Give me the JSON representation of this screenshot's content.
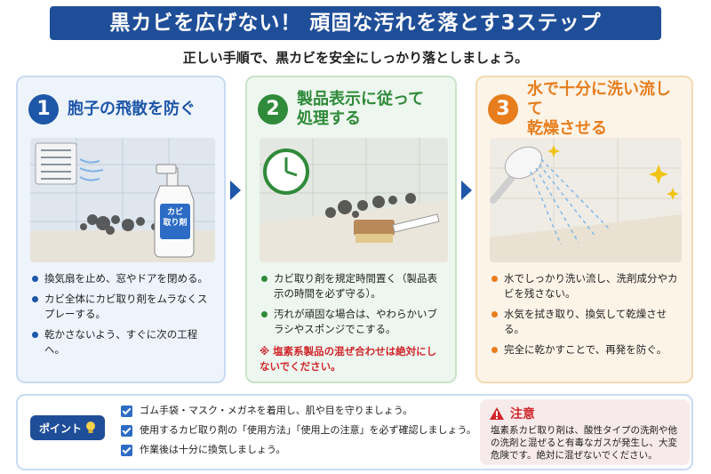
{
  "title": "黒カビを広げない！ 頑固な汚れを落とす3ステップ",
  "subtitle": "正しい手順で、黒カビを安全にしっかり落としましょう。",
  "colors": {
    "step1": "#1e56a8",
    "step2": "#2f8a3a",
    "step3": "#e77d1d",
    "warning": "#d1262c",
    "header": "#1f4e99"
  },
  "steps": [
    {
      "number": "1",
      "title": "胞子の飛散を防ぐ",
      "icon": "spray-bottle-fan-icon",
      "spray_label_line1": "カビ",
      "spray_label_line2": "取り剤",
      "bullets": [
        "換気扇を止め、窓やドアを閉める。",
        "カビ全体にカビ取り剤をムラなくスプレーする。",
        "乾かさないよう、すぐに次の工程へ。"
      ]
    },
    {
      "number": "2",
      "title_line1": "製品表示に従って",
      "title_line2": "処理する",
      "icon": "clock-brush-icon",
      "bullets": [
        "カビ取り剤を規定時間置く（製品表示の時間を必ず守る）。",
        "汚れが頑固な場合は、やわらかいブラシやスポンジでこする。"
      ],
      "warning": "※ 塩素系製品の混ぜ合わせは絶対にしないでください。"
    },
    {
      "number": "3",
      "title_line1": "水で十分に洗い流して",
      "title_line2": "乾燥させる",
      "icon": "shower-head-icon",
      "bullets": [
        "水でしっかり洗い流し、洗剤成分やカビを残さない。",
        "水気を拭き取り、換気して乾燥させる。",
        "完全に乾かすことで、再発を防ぐ。"
      ]
    }
  ],
  "point": {
    "label": "ポイント",
    "icon": "lightbulb-icon",
    "items": [
      "ゴム手袋・マスク・メガネを着用し、肌や目を守りましょう。",
      "使用するカビ取り剤の「使用方法」「使用上の注意」を必ず確認しましょう。",
      "作業後は十分に換気しましょう。"
    ]
  },
  "caution": {
    "label": "注意",
    "icon": "warning-triangle-icon",
    "text": "塩素系カビ取り剤は、酸性タイプの洗剤や他の洗剤と混ぜると有毒なガスが発生し、大変危険です。絶対に混ぜないでください。"
  }
}
